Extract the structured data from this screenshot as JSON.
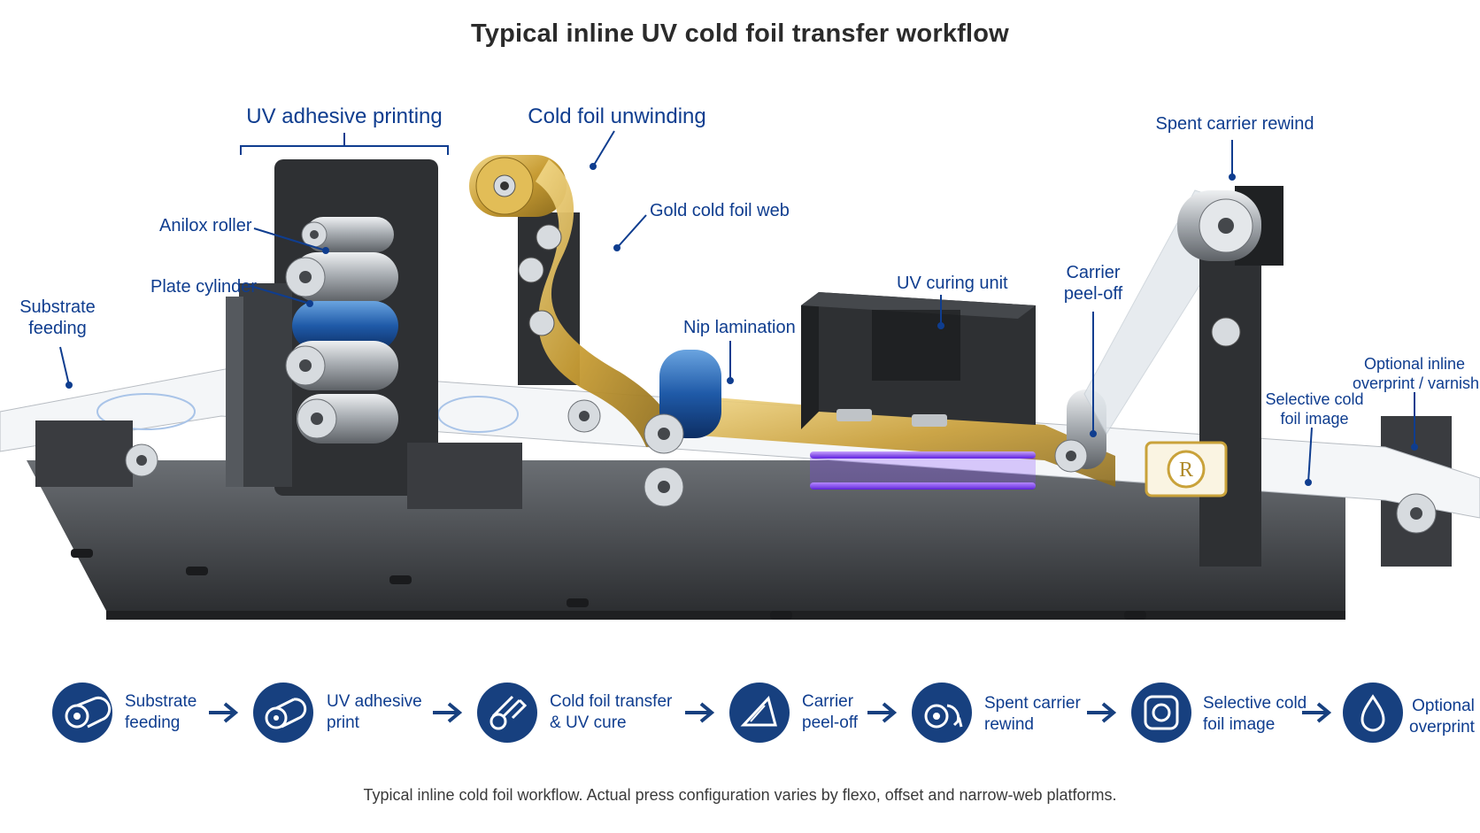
{
  "title": "Typical inline UV cold foil transfer workflow",
  "labels": {
    "uv_adhesive_printing": "UV adhesive printing",
    "cold_foil_unwinding": "Cold foil unwinding",
    "spent_carrier_rewind": "Spent carrier rewind",
    "anilox_roller": "Anilox roller",
    "gold_cold_foil_web": "Gold cold foil web",
    "plate_cylinder": "Plate cylinder",
    "substrate_feeding": [
      "Substrate",
      "feeding"
    ],
    "uv_curing_unit": "UV curing unit",
    "carrier_peel_off": [
      "Carrier",
      "peel-off"
    ],
    "nip_lamination": "Nip lamination",
    "selective_cold_foil_image": [
      "Selective cold",
      "foil image"
    ],
    "optional_inline_overprint": [
      "Optional inline",
      "overprint / varnish"
    ]
  },
  "steps": [
    {
      "line1": "Substrate",
      "line2": "feeding",
      "icon": "roll-icon"
    },
    {
      "line1": "UV adhesive",
      "line2": "print",
      "icon": "cylinder-icon"
    },
    {
      "line1": "Cold foil transfer",
      "line2": "& UV cure",
      "icon": "foil-roll-icon"
    },
    {
      "line1": "Carrier",
      "line2": "peel-off",
      "icon": "peel-icon"
    },
    {
      "line1": "Spent carrier",
      "line2": "rewind",
      "icon": "rewind-icon"
    },
    {
      "line1": "Selective cold",
      "line2": "foil image",
      "icon": "ornament-icon"
    },
    {
      "line1": "Optional",
      "line2": "overprint",
      "icon": "drop-icon"
    }
  ],
  "emblem_letter": "R",
  "caption": "Typical inline cold foil workflow. Actual press configuration varies by flexo, offset and narrow-web platforms.",
  "colors": {
    "label_blue": "#0f3d8f",
    "icon_circle": "#17407f",
    "gold": "#c9a23a",
    "uv_violet": "#7a3cff",
    "machine_dark": "#2e3033"
  }
}
